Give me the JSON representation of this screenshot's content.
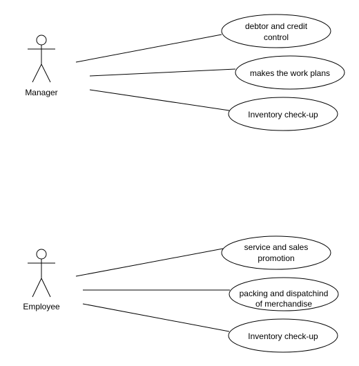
{
  "colors": {
    "stroke": "#000000",
    "background": "#ffffff"
  },
  "actors": [
    {
      "name": "Manager"
    },
    {
      "name": "Employee"
    }
  ],
  "use_cases": [
    {
      "lines": [
        "debtor and credit",
        "control"
      ]
    },
    {
      "lines": [
        "makes the work plans"
      ]
    },
    {
      "lines": [
        "Inventory check-up"
      ]
    },
    {
      "lines": [
        "service and sales",
        "promotion"
      ]
    },
    {
      "lines": [
        "packing and dispatchind",
        "of merchandise"
      ]
    },
    {
      "lines": [
        "Inventory check-up"
      ]
    }
  ]
}
